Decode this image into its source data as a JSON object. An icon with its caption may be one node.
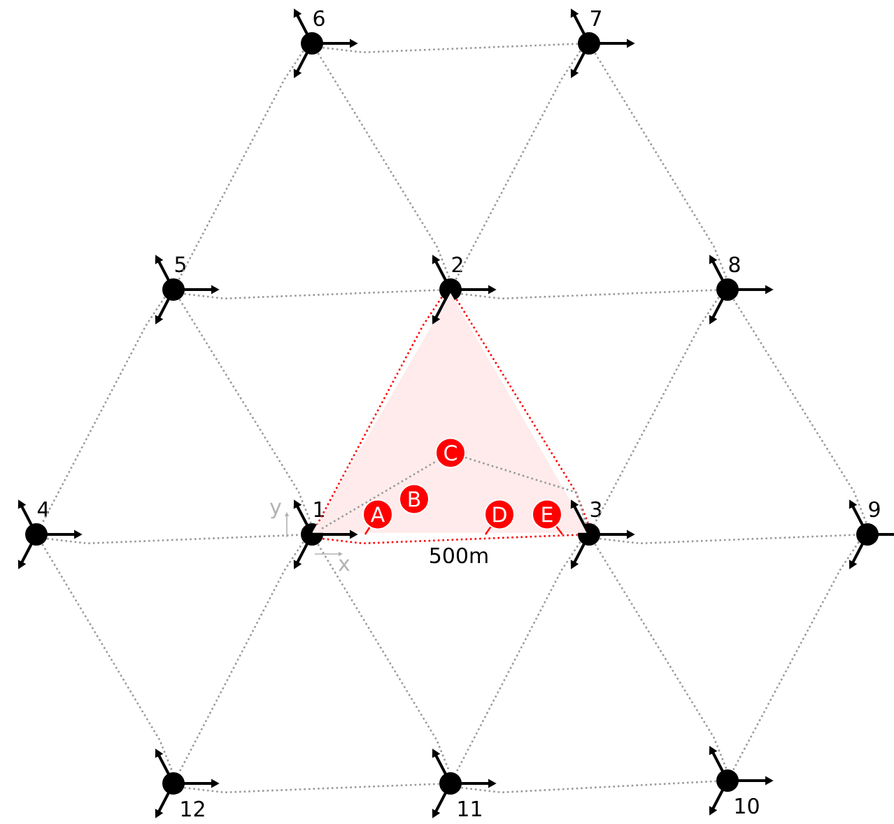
{
  "diagram": {
    "nodes": [
      {
        "text": [],
        "shape": "circle",
        "beside": [
          "1"
        ]
      },
      {
        "text": [],
        "shape": "circle",
        "beside": [
          "2"
        ]
      },
      {
        "text": [],
        "shape": "circle",
        "beside": [
          "3"
        ]
      },
      {
        "text": [],
        "shape": "circle",
        "beside": [
          "4"
        ]
      },
      {
        "text": [],
        "shape": "circle",
        "beside": [
          "5"
        ]
      },
      {
        "text": [],
        "shape": "circle",
        "beside": [
          "6"
        ]
      },
      {
        "text": [],
        "shape": "circle",
        "beside": [
          "7"
        ]
      },
      {
        "text": [],
        "shape": "circle",
        "beside": [
          "8"
        ]
      },
      {
        "text": [],
        "shape": "circle",
        "beside": [
          "9"
        ]
      },
      {
        "text": [],
        "shape": "circle",
        "beside": [
          "10"
        ]
      },
      {
        "text": [],
        "shape": "circle",
        "beside": [
          "11"
        ]
      },
      {
        "text": [],
        "shape": "circle",
        "beside": [
          "12"
        ]
      },
      {
        "text": [],
        "shape": "triangle"
      },
      {
        "text": [
          "A"
        ],
        "in": 12
      },
      {
        "text": [
          "B"
        ],
        "in": 12
      },
      {
        "text": [
          "C"
        ],
        "in": 12
      },
      {
        "text": [
          "D"
        ],
        "in": 12
      },
      {
        "text": [
          "E"
        ],
        "in": 12
      }
    ],
    "edges": [
      {
        "from": 5,
        "to": 6,
        "arrow": "none",
        "style": "dashed"
      },
      {
        "from": 5,
        "to": 4,
        "arrow": "none",
        "style": "dashed"
      },
      {
        "from": 5,
        "to": 1,
        "arrow": "none",
        "style": "dashed"
      },
      {
        "from": 6,
        "to": 1,
        "arrow": "none",
        "style": "dashed"
      },
      {
        "from": 6,
        "to": 7,
        "arrow": "none",
        "style": "dashed"
      },
      {
        "from": 4,
        "to": 1,
        "arrow": "none",
        "style": "dashed"
      },
      {
        "from": 1,
        "to": 7,
        "arrow": "none",
        "style": "dashed"
      },
      {
        "from": 4,
        "to": 3,
        "arrow": "none",
        "style": "dashed"
      },
      {
        "from": 4,
        "to": 0,
        "arrow": "none",
        "style": "dashed"
      },
      {
        "from": 1,
        "to": 0,
        "arrow": "none",
        "style": "dashed",
        "color": "#ff0000"
      },
      {
        "from": 1,
        "to": 2,
        "arrow": "none",
        "style": "dashed",
        "color": "#ff0000"
      },
      {
        "from": 7,
        "to": 2,
        "arrow": "none",
        "style": "dashed"
      },
      {
        "from": 7,
        "to": 8,
        "arrow": "none",
        "style": "dashed"
      },
      {
        "from": 3,
        "to": 0,
        "arrow": "none",
        "style": "dashed"
      },
      {
        "from": 0,
        "to": 2,
        "arrow": "none",
        "style": "dashed",
        "color": "#ff0000"
      },
      {
        "from": 2,
        "to": 8,
        "arrow": "none",
        "style": "dashed"
      },
      {
        "from": 3,
        "to": 11,
        "arrow": "none",
        "style": "dashed"
      },
      {
        "from": 0,
        "to": 11,
        "arrow": "none",
        "style": "dashed"
      },
      {
        "from": 0,
        "to": 10,
        "arrow": "none",
        "style": "dashed"
      },
      {
        "from": 2,
        "to": 10,
        "arrow": "none",
        "style": "dashed"
      },
      {
        "from": 2,
        "to": 9,
        "arrow": "none",
        "style": "dashed"
      },
      {
        "from": 8,
        "to": 9,
        "arrow": "none",
        "style": "dashed"
      },
      {
        "from": 11,
        "to": 10,
        "arrow": "none",
        "style": "dashed"
      },
      {
        "from": 10,
        "to": 9,
        "arrow": "none",
        "style": "dashed"
      },
      {
        "from": 0,
        "to": 15,
        "arrow": "none",
        "style": "dashed"
      },
      {
        "from": 15,
        "to": 2,
        "arrow": "none",
        "style": "dashed"
      },
      {
        "from": 13,
        "to": 12,
        "arrow": "none",
        "color": "#ff0000"
      },
      {
        "from": 16,
        "to": 12,
        "arrow": "none",
        "color": "#ff0000"
      },
      {
        "from": 17,
        "to": 12,
        "arrow": "none",
        "color": "#ff0000"
      }
    ],
    "labels": [
      "y",
      "x",
      "500m"
    ]
  }
}
